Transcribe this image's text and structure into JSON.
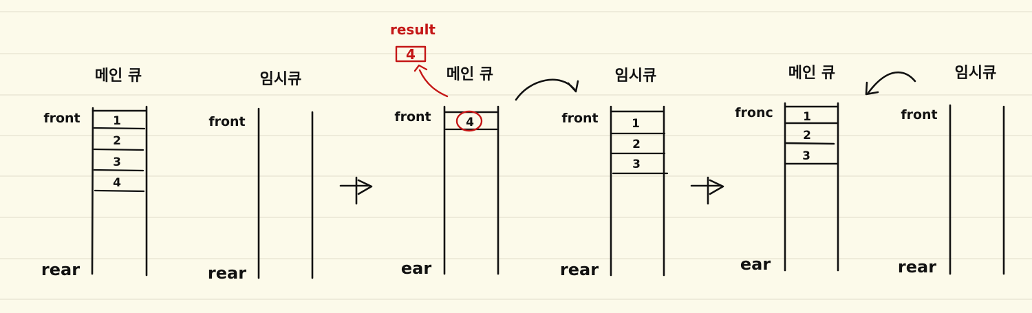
{
  "step1": {
    "main": {
      "title": "메인 큐",
      "front": "front",
      "rear": "rear",
      "cells": [
        "1",
        "2",
        "3",
        "4"
      ]
    },
    "temp": {
      "title": "임시큐",
      "front": "front",
      "rear": "rear"
    }
  },
  "step2": {
    "result_label": "result",
    "result_value": "4",
    "main": {
      "title": "메인 큐",
      "front": "front",
      "rear": "ear",
      "cells": [
        "4"
      ]
    },
    "temp": {
      "title": "임시큐",
      "front": "front",
      "rear": "rear",
      "cells": [
        "1",
        "2",
        "3"
      ]
    }
  },
  "step3": {
    "main": {
      "title": "메인 큐",
      "front": "fronc",
      "rear": "ear",
      "cells": [
        "1",
        "2",
        "3"
      ]
    },
    "temp": {
      "title": "임시큐",
      "front": "front",
      "rear": "rear"
    }
  },
  "colors": {
    "paper": "#fcfaea",
    "ruling": "#e9e6d4",
    "ink": "#111111",
    "annotation": "#c41616"
  }
}
